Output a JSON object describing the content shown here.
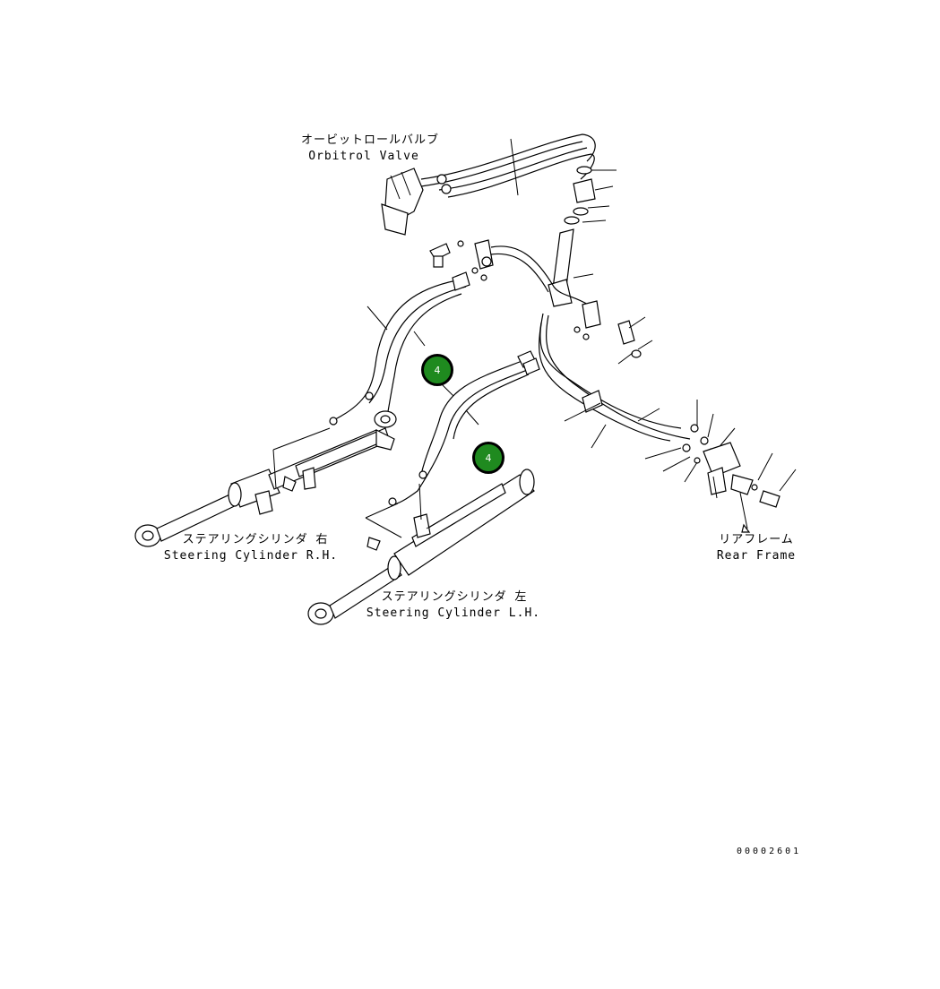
{
  "labels": {
    "orbitrol_jp": "オービットロールバルブ",
    "orbitrol_en": "Orbitrol Valve",
    "cyl_rh_jp": "ステアリングシリンダ 右",
    "cyl_rh_en": "Steering Cylinder R.H.",
    "cyl_lh_jp": "ステアリングシリンダ 左",
    "cyl_lh_en": "Steering Cylinder L.H.",
    "rear_frame_jp": "リアフレーム",
    "rear_frame_en": "Rear Frame"
  },
  "callouts": [
    {
      "number": "4",
      "color": "#1f8a1f"
    },
    {
      "number": "4",
      "color": "#1f8a1f"
    }
  ],
  "drawing_code": "00002601"
}
